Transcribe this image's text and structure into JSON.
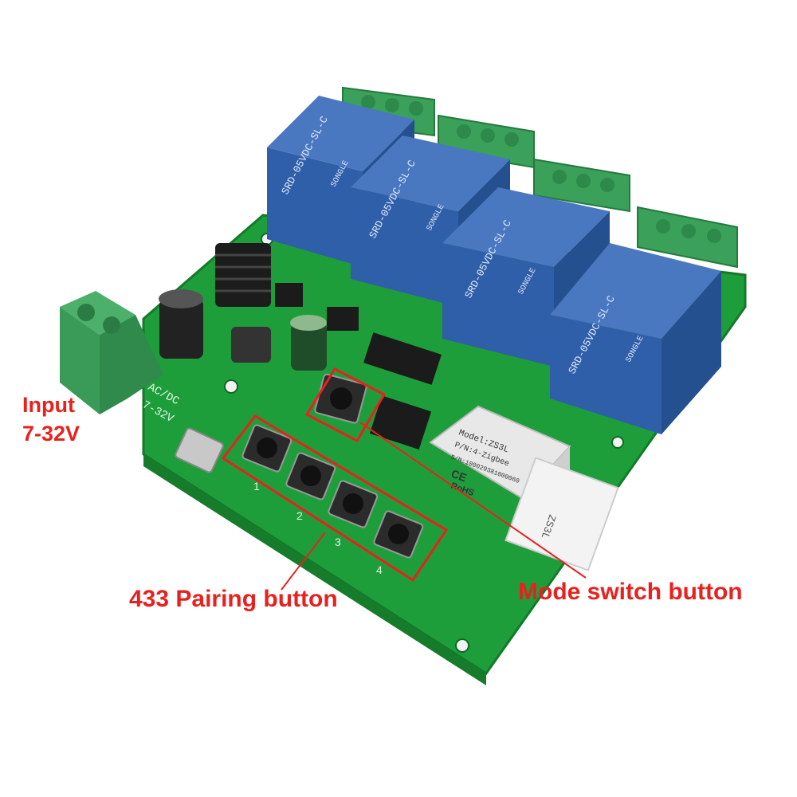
{
  "callouts": {
    "input_line1": "Input",
    "input_line2": "7-32V",
    "pairing": "433 Pairing button",
    "mode": "Mode switch button"
  },
  "board": {
    "power_marking_1": "AC/DC",
    "power_marking_2": "7-32V",
    "button_numbers": [
      "1",
      "2",
      "3",
      "4"
    ],
    "relay_marking_1": "SRD-05VDC-SL-C",
    "relay_marking_2": "SONGLE",
    "module_model": "Model:ZS3L",
    "module_pn": "P/N:4-Zigbee",
    "module_sn": "S/N:100029381000060",
    "module_ce": "CE",
    "module_rohs": "RoHS",
    "module_silk": "ZS3L"
  },
  "colors": {
    "pcb": "#1e9e3a",
    "relay": "#2f5fa8",
    "terminal": "#3aa05a",
    "callout": "#e8211f"
  }
}
